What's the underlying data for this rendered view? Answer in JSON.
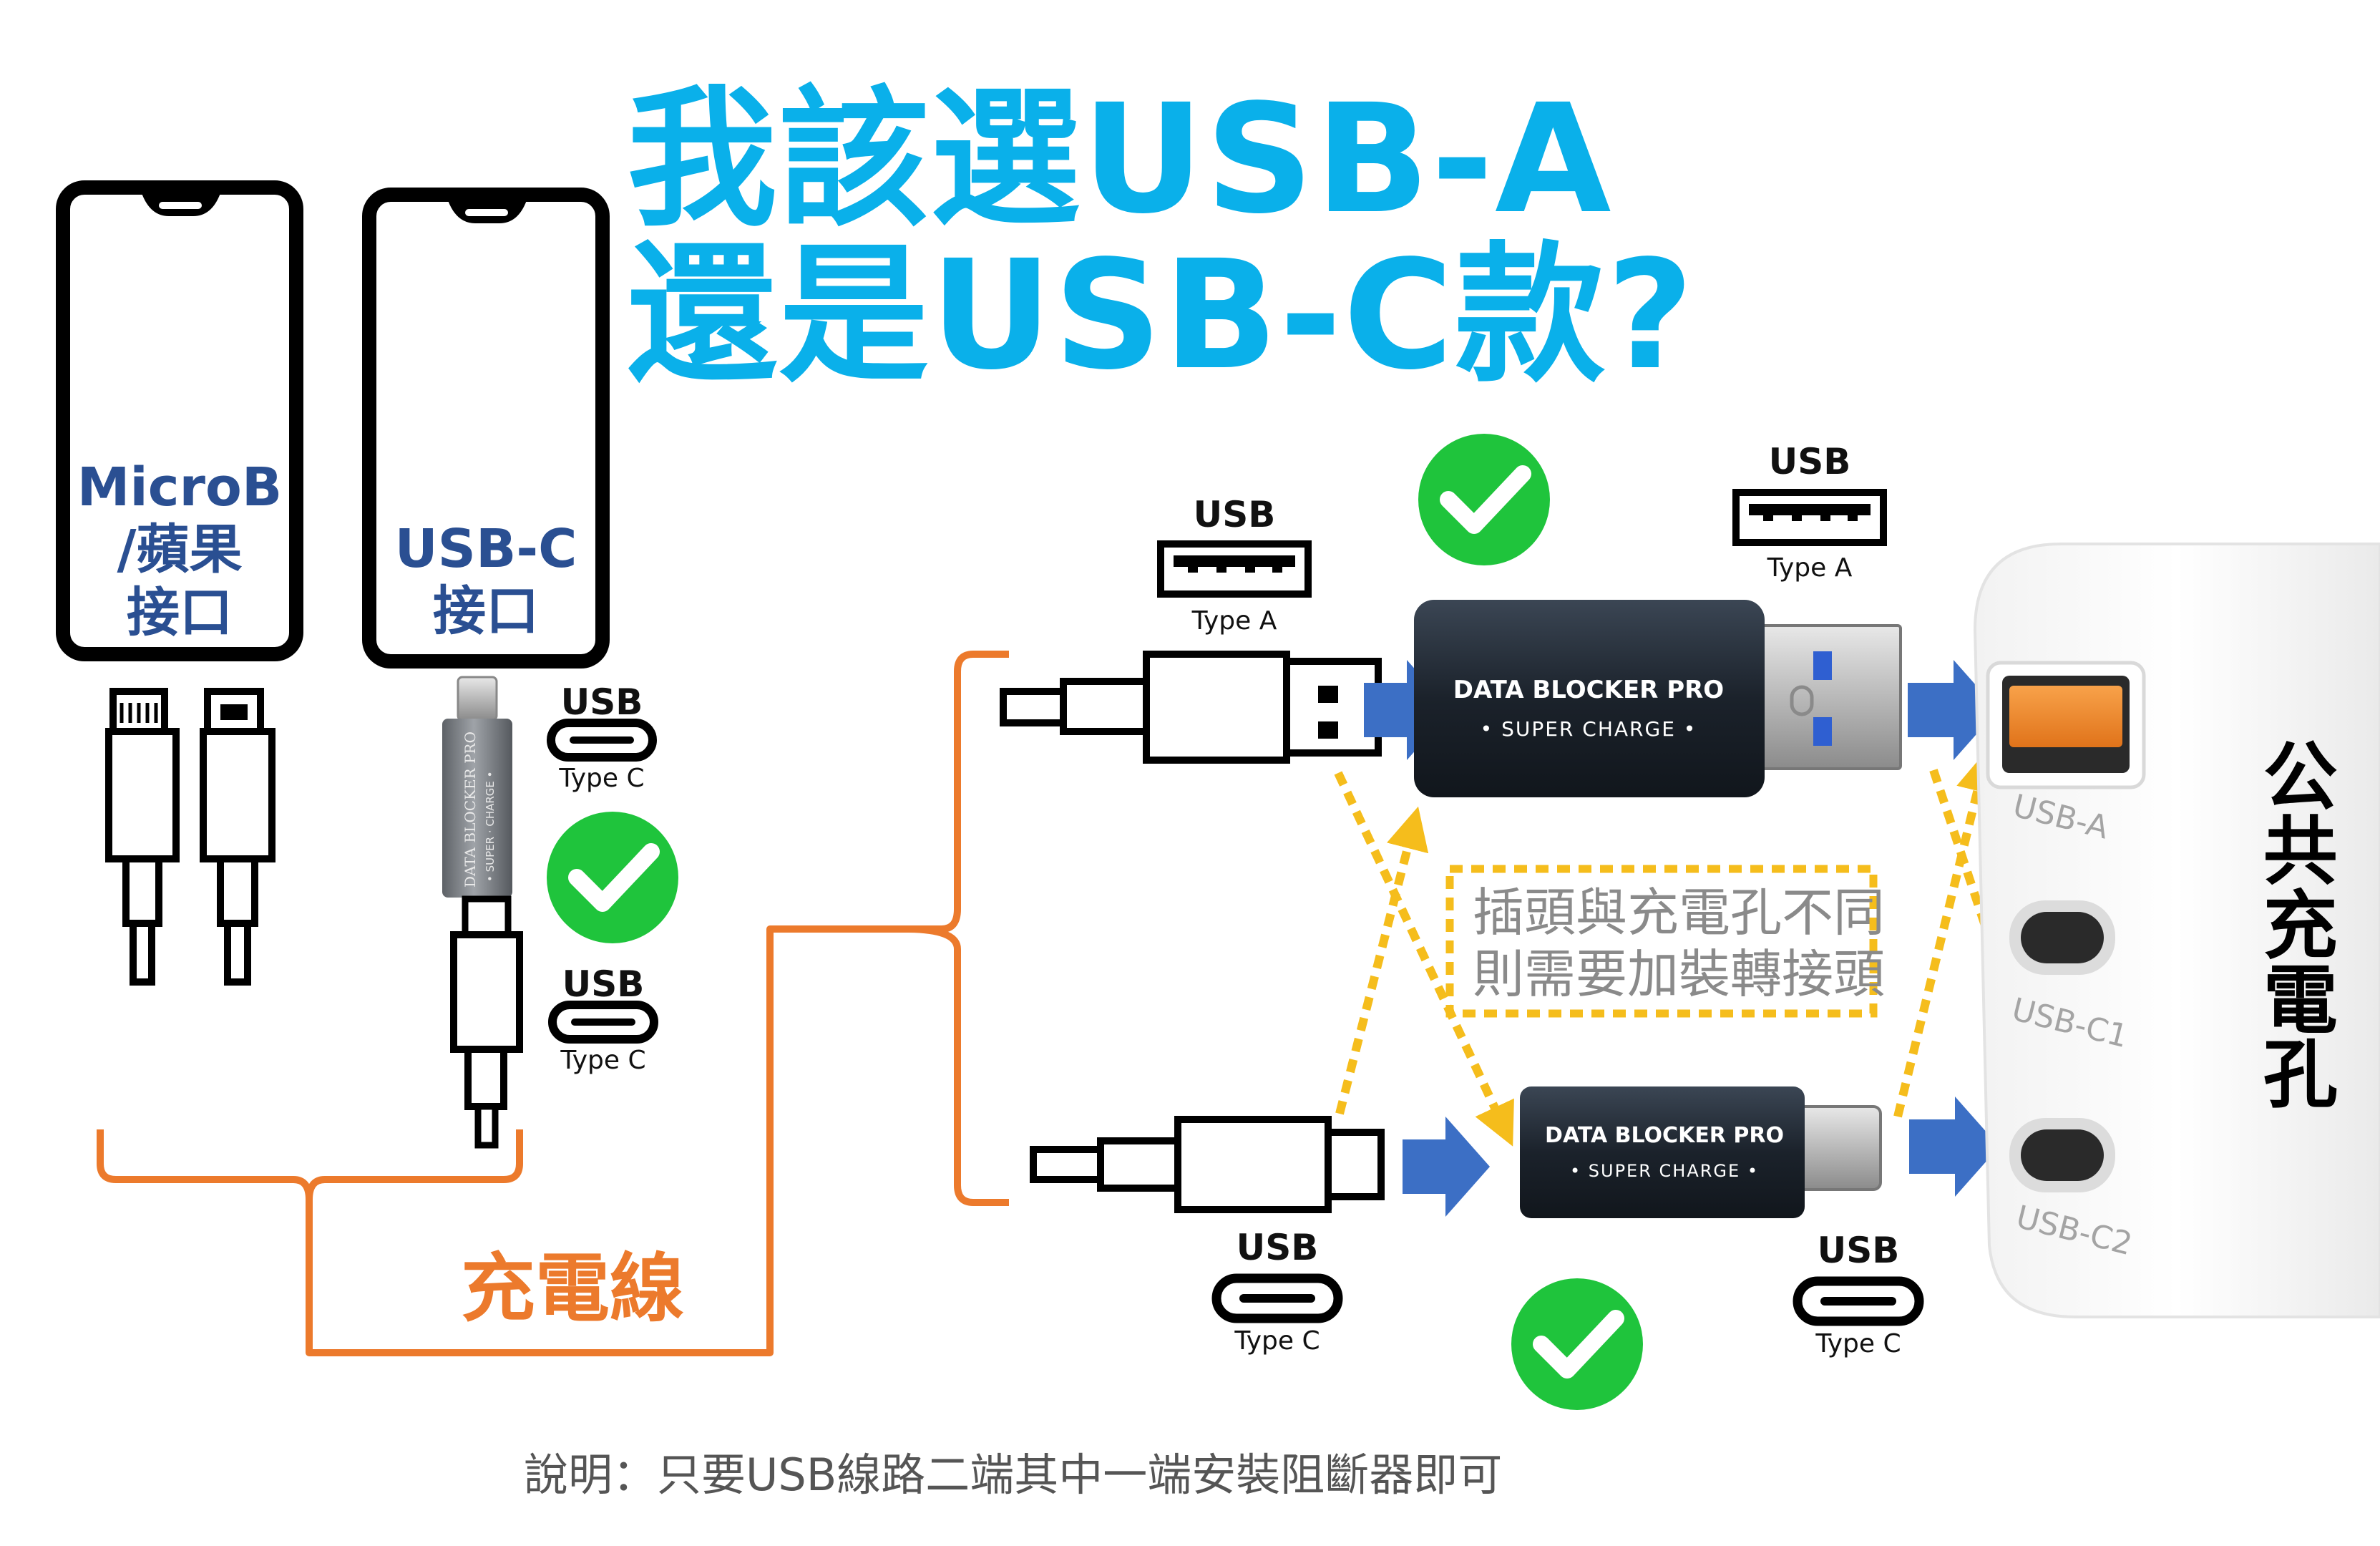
{
  "title": {
    "line1": "我該選USB-A",
    "line2": "還是USB-C款?"
  },
  "phones": [
    {
      "label_lines": [
        "MicroB",
        "/蘋果",
        "接口"
      ]
    },
    {
      "label_lines": [
        "USB-C",
        "接口"
      ]
    }
  ],
  "labels": {
    "usb": "USB",
    "type_a": "Type A",
    "type_c": "Type C"
  },
  "adapters": {
    "brand": "DATA BLOCKER PRO",
    "subtitle": "• SUPER  CHARGE •",
    "small_brand": "DATA BLOCKER PRO",
    "small_subtitle": "• SUPER · CHARGE •"
  },
  "cable_label": "充電線",
  "warning": {
    "line1": "插頭與充電孔不同",
    "line2": "則需要加裝轉接頭"
  },
  "charger": {
    "label": "公共充電孔",
    "ports": [
      "USB-A",
      "USB-C1",
      "USB-C2"
    ]
  },
  "footer": "說明：只要USB線路二端其中一端安裝阻斷器即可",
  "colors": {
    "title": "#0ab0ea",
    "phone_label": "#2a4f92",
    "orange": "#ec7a2c",
    "arrow": "#3c6fc5",
    "check": "#1fc43c",
    "dotted": "#f5bd1c"
  }
}
